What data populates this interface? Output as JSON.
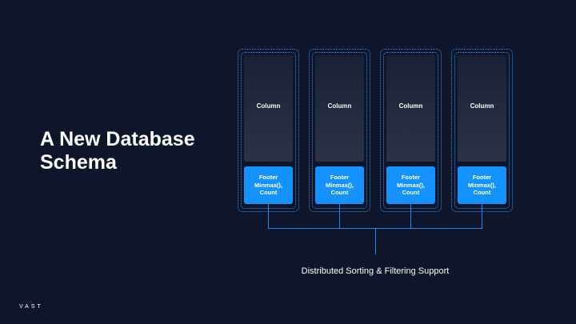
{
  "slide": {
    "title_line1": "A New Database",
    "title_line2": "Schema",
    "caption": "Distributed Sorting & Filtering Support",
    "logo": "VAST"
  },
  "columns": [
    {
      "column_label": "Column",
      "footer_line1": "Footer",
      "footer_line2": "Minmax(),",
      "footer_line3": "Count"
    },
    {
      "column_label": "Column",
      "footer_line1": "Footer",
      "footer_line2": "Minmax(),",
      "footer_line3": "Count"
    },
    {
      "column_label": "Column",
      "footer_line1": "Footer",
      "footer_line2": "Minmax(),",
      "footer_line3": "Count"
    },
    {
      "column_label": "Column",
      "footer_line1": "Footer",
      "footer_line2": "Minmax(),",
      "footer_line3": "Count"
    }
  ],
  "colors": {
    "background": "#0f152b",
    "accent": "#1493ff",
    "text": "#ffffff"
  }
}
